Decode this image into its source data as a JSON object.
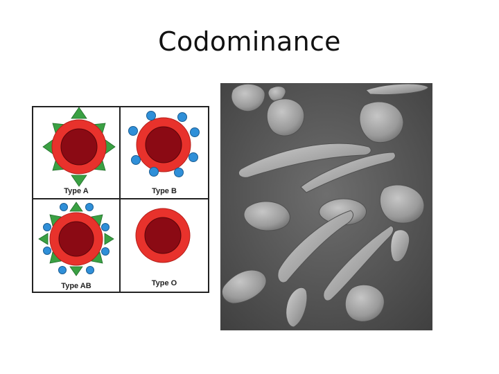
{
  "slide": {
    "title": "Codominance"
  },
  "blood_types": [
    {
      "label": "Type A",
      "antigens": "green-triangles"
    },
    {
      "label": "Type B",
      "antigens": "blue-circles"
    },
    {
      "label": "Type AB",
      "antigens": "green-triangles-and-blue-circles"
    },
    {
      "label": "Type O",
      "antigens": "none"
    }
  ],
  "colors": {
    "cell_ring": "#e8322c",
    "cell_core": "#8b0a14",
    "antigen_a": "#3aa043",
    "antigen_b": "#2f8fd8"
  },
  "micrograph": {
    "subject": "scanning-electron-micrograph-sickle-cells"
  }
}
